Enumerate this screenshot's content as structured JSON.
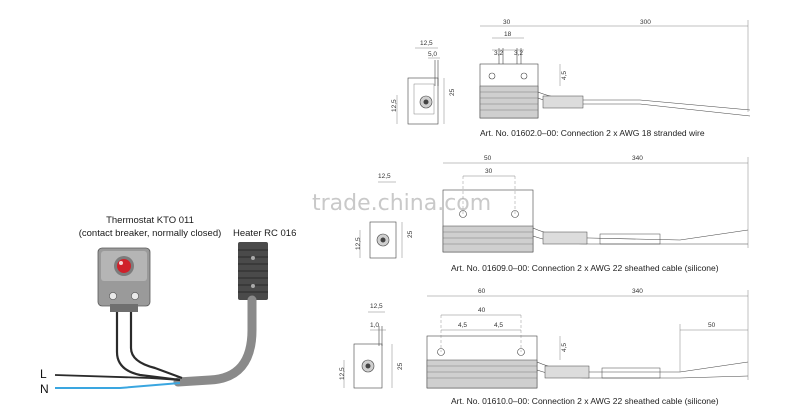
{
  "watermark": "trade.china.com",
  "left": {
    "thermostat_title": "Thermostat KTO 011",
    "thermostat_subtitle": "(contact breaker, normally closed)",
    "heater_title": "Heater RC 016",
    "label_L": "L",
    "label_N": "N",
    "colors": {
      "L_wire": "#2b2b2b",
      "N_wire": "#3aa6e0",
      "cable": "#8a8a8a",
      "knob": "#d0202a"
    }
  },
  "drawings": [
    {
      "caption": "Art. No. 01602.0–00: Connection 2 x AWG 18 stranded wire",
      "dims": {
        "d_12_5_top": "12,5",
        "d_5_0": "5,0",
        "d_12_5_side": "12,5",
        "d_25": "25",
        "d_30": "30",
        "d_18": "18",
        "d_3_2_a": "3,2",
        "d_3_2_b": "3,2",
        "d_4_5": "4,5",
        "d_300": "300"
      }
    },
    {
      "caption": "Art. No. 01609.0–00: Connection 2 x AWG 22 sheathed cable (silicone)",
      "dims": {
        "d_12_5_top": "12,5",
        "d_12_5_side": "12,5",
        "d_25": "25",
        "d_50": "50",
        "d_30": "30",
        "d_340": "340"
      }
    },
    {
      "caption": "Art. No. 01610.0–00: Connection 2 x AWG 22 sheathed cable (silicone)",
      "dims": {
        "d_12_5_top": "12,5",
        "d_1_0": "1,0",
        "d_12_5_side": "12,5",
        "d_25": "25",
        "d_60": "60",
        "d_40": "40",
        "d_4_5_a": "4,5",
        "d_4_5_b": "4,5",
        "d_4_5_side": "4,5",
        "d_340": "340",
        "d_50": "50"
      }
    }
  ]
}
